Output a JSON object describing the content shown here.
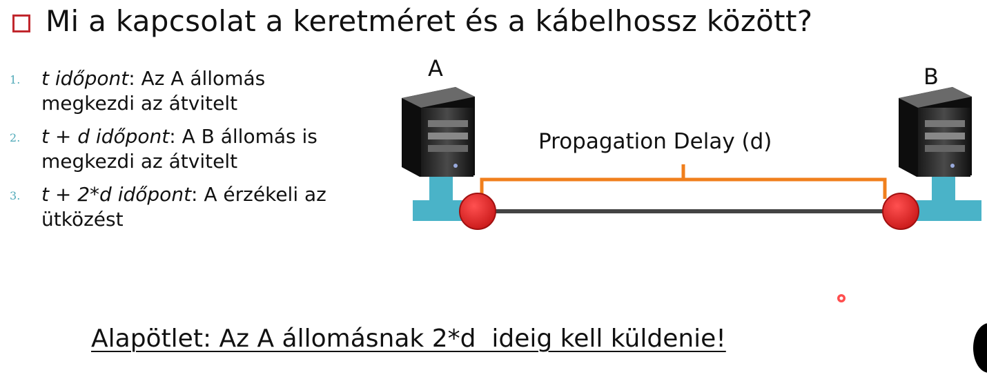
{
  "title": "Mi a kapcsolat a keretméret és a kábelhossz között?",
  "items": [
    {
      "num": "1",
      "italic": "t időpont",
      "rest": ": Az A állomás megkezdi az átvitelt"
    },
    {
      "num": "2",
      "italic": "t + d időpont",
      "rest": ": A B állomás is megkezdi az átvitelt"
    },
    {
      "num": "3",
      "italic": "t + 2*d időpont",
      "rest": ": A érzékeli az ütközést"
    }
  ],
  "diagram": {
    "label_a": "A",
    "label_b": "B",
    "delay_label": "Propagation Delay (d)"
  },
  "bottom": "Alapötlet: Az A állomásnak 2*d  ideig kell küldenie!",
  "colors": {
    "bullet": "#c0272d",
    "numbers": "#4fa9b8",
    "bracket": "#f07f1d",
    "node": "#e02020",
    "stand": "#4ab3c8"
  }
}
